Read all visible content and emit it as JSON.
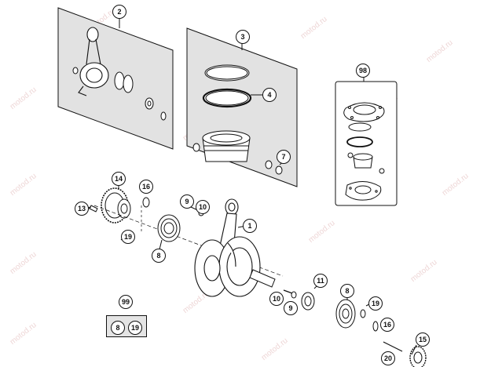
{
  "watermark": "motod.ru",
  "callouts": {
    "c1": "1",
    "c2": "2",
    "c3": "3",
    "c4": "4",
    "c7": "7",
    "c8a": "8",
    "c8b": "8",
    "c9a": "9",
    "c9b": "9",
    "c10a": "10",
    "c10b": "10",
    "c11": "11",
    "c13": "13",
    "c14": "14",
    "c15": "15",
    "c16a": "16",
    "c16b": "16",
    "c19a": "19",
    "c19b": "19",
    "c20": "20",
    "c98": "98",
    "c99": "99",
    "kit8": "8",
    "kit19": "19"
  }
}
